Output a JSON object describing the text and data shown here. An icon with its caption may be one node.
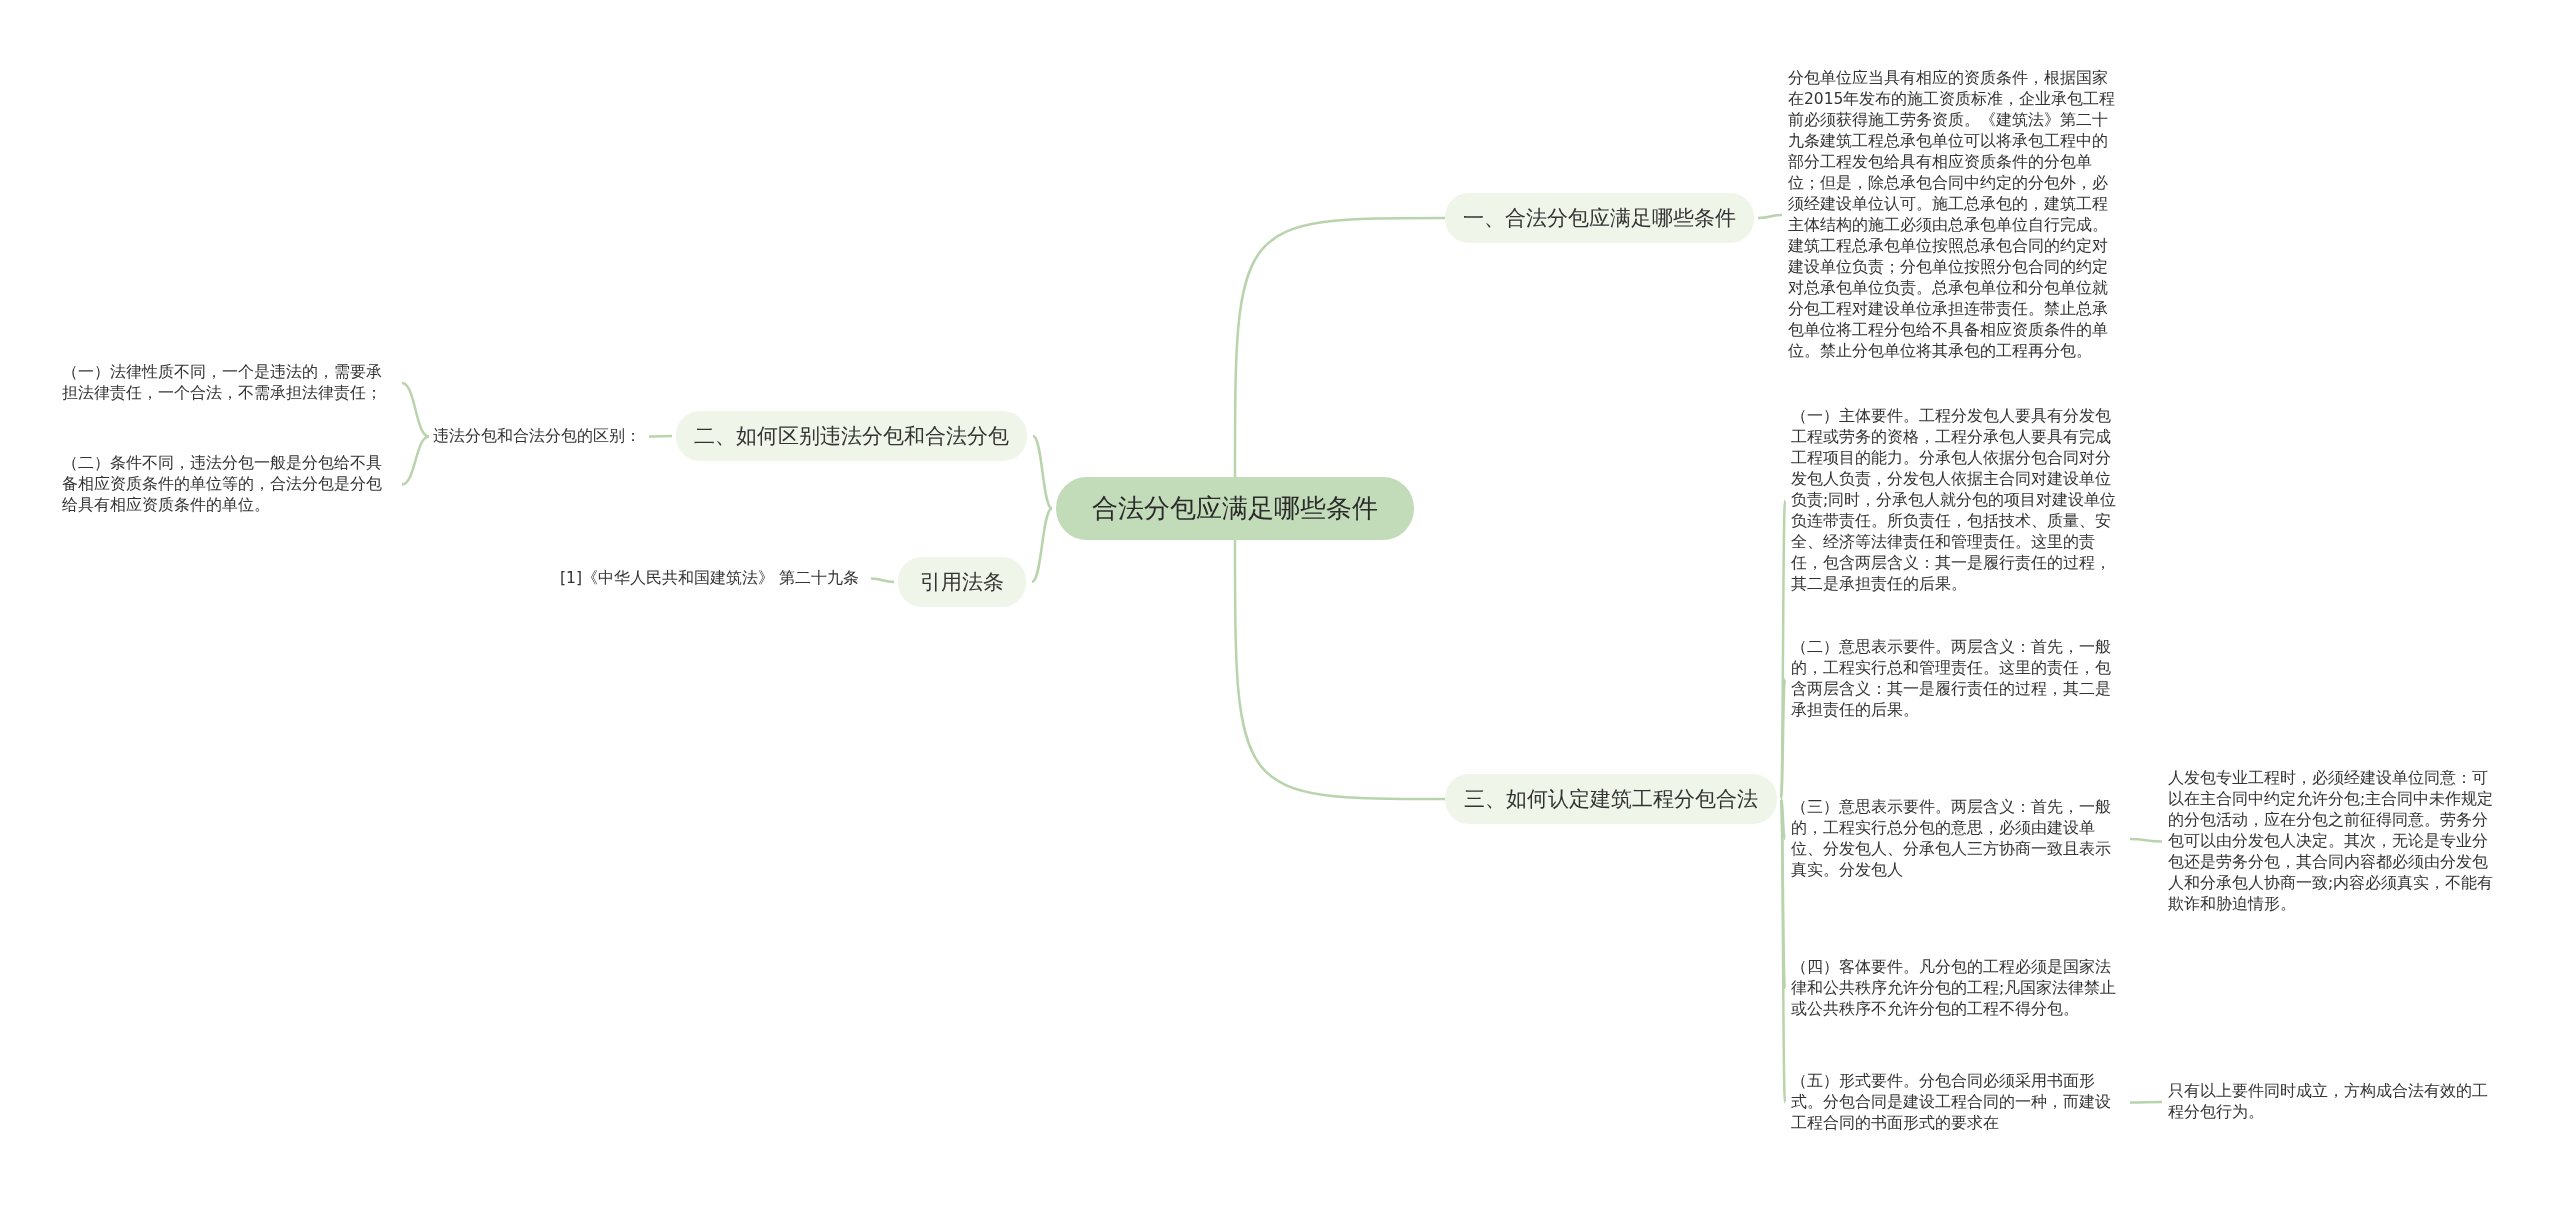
{
  "diagram": {
    "nodes": [
      {
        "text": [
          "合法分包应满足哪些条件"
        ]
      },
      {
        "text": [
          "一、合法分包应满足哪些条件"
        ]
      },
      {
        "text": [
          "分包单位应当具有相应的资质条件，根据国家在2015年发布的施工资质标准，企业承包工程前必须获得施工劳务资质。《建筑法》第二十九条建筑工程总承包单位可以将承包工程中的部分工程发包给具有相应资质条件的分包单位；但是，除总承包合同中约定的分包外，必须经建设单位认可。施工总承包的，建筑工程主体结构的施工必须由总承包单位自行完成。建筑工程总承包单位按照总承包合同的约定对建设单位负责；分包单位按照分包合同的约定对总承包单位负责。总承包单位和分包单位就分包工程对建设单位承担连带责任。禁止总承包单位将工程分包给不具备相应资质条件的单位。禁止分包单位将其承包的工程再分包。"
        ]
      },
      {
        "text": [
          "二、如何区别违法分包和合法分包"
        ]
      },
      {
        "text": [
          "违法分包和合法分包的区别："
        ]
      },
      {
        "text": [
          "（一）法律性质不同，一个是违法的，需要承担法律责任，一个合法，不需承担法律责任；"
        ]
      },
      {
        "text": [
          "（二）条件不同，违法分包一般是分包给不具备相应资质条件的单位等的，合法分包是分包给具有相应资质条件的单位。"
        ]
      },
      {
        "text": [
          "引用法条"
        ]
      },
      {
        "text": [
          "[1]《中华人民共和国建筑法》 第二十九条"
        ]
      },
      {
        "text": [
          "三、如何认定建筑工程分包合法"
        ]
      },
      {
        "text": [
          "（一）主体要件。工程分发包人要具有分发包工程或劳务的资格，工程分承包人要具有完成工程项目的能力。分承包人依据分包合同对分发包人负责，分发包人依据主合同对建设单位负责;同时，分承包人就分包的项目对建设单位负连带责任。所负责任，包括技术、质量、安全、经济等法律责任和管理责任。这里的责任，包含两层含义：其一是履行责任的过程，其二是承担责任的后果。"
        ]
      },
      {
        "text": [
          "（二）意思表示要件。两层含义：首先，一般的，工程实行总和管理责任。这里的责任，包含两层含义：其一是履行责任的过程，其二是承担责任的后果。"
        ]
      },
      {
        "text": [
          "（三）意思表示要件。两层含义：首先，一般的，工程实行总分包的意思，必须由建设单位、分发包人、分承包人三方协商一致且表示真实。分发包人"
        ]
      },
      {
        "text": [
          "人发包专业工程时，必须经建设单位同意：可以在主合同中约定允许分包;主合同中未作规定的分包活动，应在分包之前征得同意。劳务分包可以由分发包人决定。其次，无论是专业分包还是劳务分包，其合同内容都必须由分发包人和分承包人协商一致;内容必须真实，不能有欺诈和胁迫情形。"
        ]
      },
      {
        "text": [
          "（四）客体要件。凡分包的工程必须是国家法律和公共秩序允许分包的工程;凡国家法律禁止或公共秩序不允许分包的工程不得分包。"
        ]
      },
      {
        "text": [
          "（五）形式要件。分包合同必须采用书面形式。分包合同是建设工程合同的一种，而建设工程合同的书面形式的要求在"
        ]
      },
      {
        "text": [
          "只有以上要件同时成立，方构成合法有效的工程分包行为。"
        ]
      }
    ],
    "edges": [
      {
        "from": 0,
        "to": 1,
        "arrow": "none"
      },
      {
        "from": 1,
        "to": 2,
        "arrow": "none"
      },
      {
        "from": 0,
        "to": 3,
        "arrow": "none"
      },
      {
        "from": 3,
        "to": 4,
        "arrow": "none"
      },
      {
        "from": 4,
        "to": 5,
        "arrow": "none"
      },
      {
        "from": 4,
        "to": 6,
        "arrow": "none"
      },
      {
        "from": 0,
        "to": 7,
        "arrow": "none"
      },
      {
        "from": 7,
        "to": 8,
        "arrow": "none"
      },
      {
        "from": 0,
        "to": 9,
        "arrow": "none"
      },
      {
        "from": 9,
        "to": 10,
        "arrow": "none"
      },
      {
        "from": 9,
        "to": 11,
        "arrow": "none"
      },
      {
        "from": 9,
        "to": 12,
        "arrow": "none"
      },
      {
        "from": 12,
        "to": 13,
        "arrow": "none"
      },
      {
        "from": 9,
        "to": 14,
        "arrow": "none"
      },
      {
        "from": 9,
        "to": 15,
        "arrow": "none"
      },
      {
        "from": 15,
        "to": 16,
        "arrow": "none"
      }
    ]
  }
}
